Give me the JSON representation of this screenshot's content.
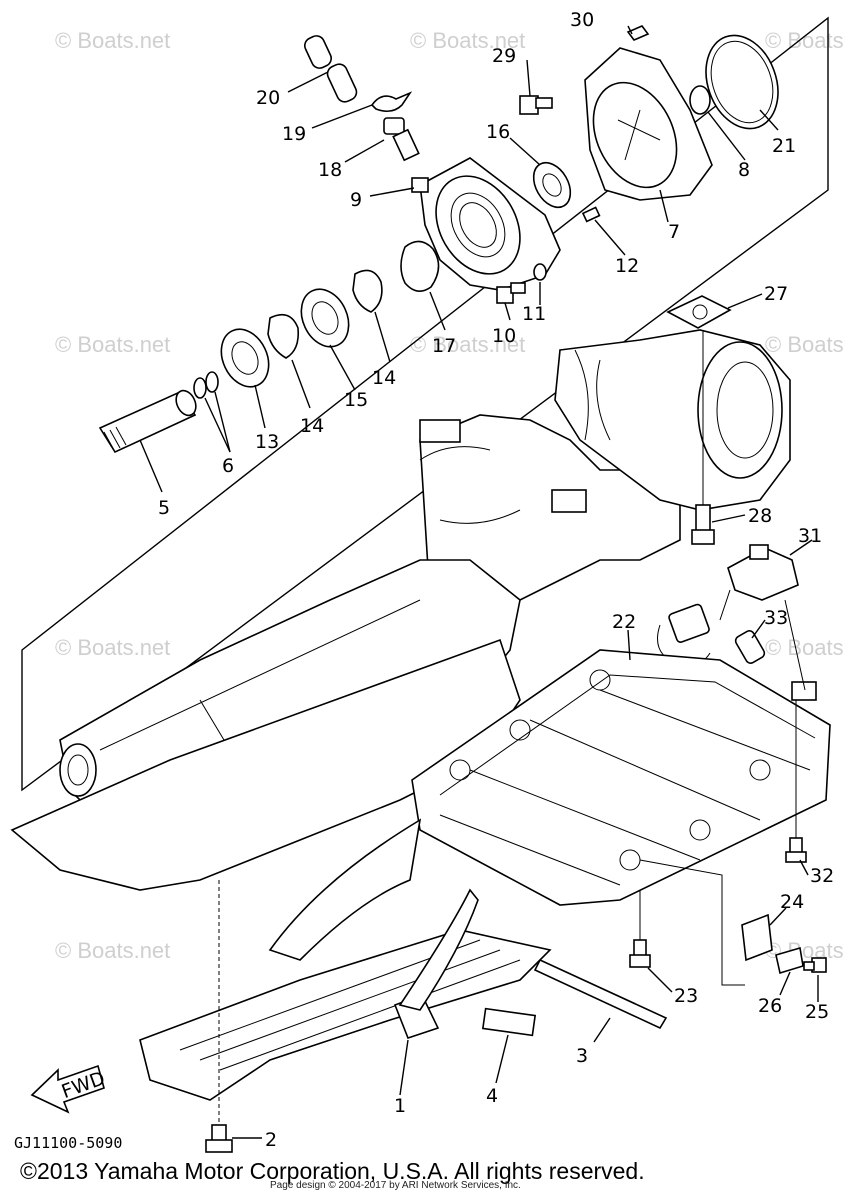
{
  "watermarks": [
    "© Boats.net",
    "© Boats.net",
    "© Boats.net",
    "© Boats.net",
    "© Boats.net",
    "© Boats.net",
    "© Boats.net",
    "© Boats.net",
    "© Boats.net",
    "© Boats.net"
  ],
  "callouts": {
    "n1": "1",
    "n2": "2",
    "n3": "3",
    "n4": "4",
    "n5": "5",
    "n6": "6",
    "n7": "7",
    "n8": "8",
    "n9": "9",
    "n10": "10",
    "n11": "11",
    "n12": "12",
    "n13": "13",
    "n14a": "14",
    "n14b": "14",
    "n15": "15",
    "n16": "16",
    "n17": "17",
    "n18": "18",
    "n19": "19",
    "n20": "20",
    "n21": "21",
    "n22": "22",
    "n23": "23",
    "n24": "24",
    "n25": "25",
    "n26": "26",
    "n27": "27",
    "n28": "28",
    "n29": "29",
    "n30": "30",
    "n31": "31",
    "n32": "32",
    "n33": "33"
  },
  "fwd_label": "FWD",
  "diagram_code": "GJ11100-5090",
  "copyright": "©2013 Yamaha Motor Corporation, U.S.A. All rights reserved.",
  "page_credit": "Page design © 2004-2017 by ARI Network Services, Inc."
}
